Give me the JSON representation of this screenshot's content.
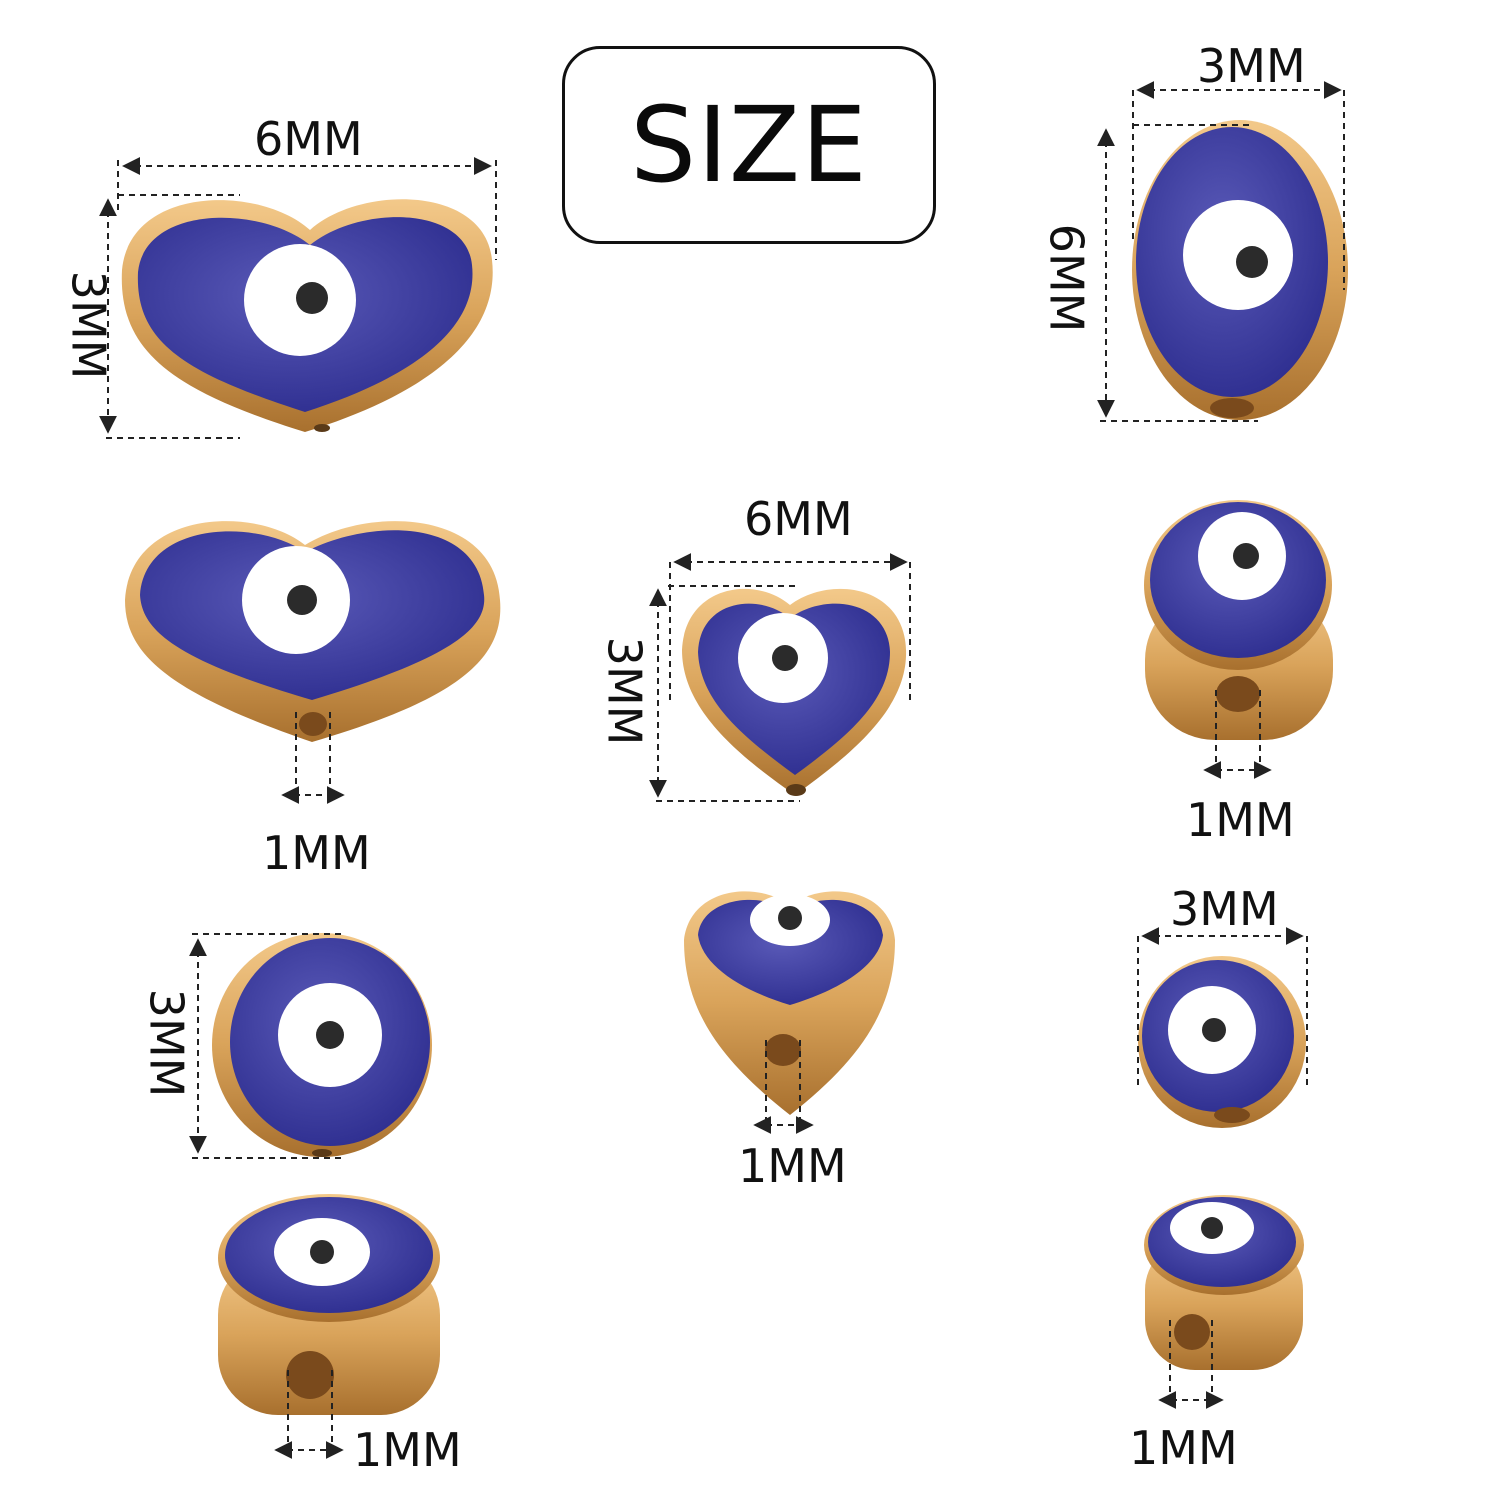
{
  "title": "SIZE",
  "labels": {
    "heart_large_width": "6MM",
    "heart_large_height": "3MM",
    "heart_large_hole": "1MM",
    "oval_width": "3MM",
    "oval_height": "6MM",
    "oval_hole": "1MM",
    "heart_small_width": "6MM",
    "heart_small_height": "3MM",
    "heart_small_hole": "1MM",
    "round_large_height": "3MM",
    "round_large_hole": "1MM",
    "round_small_width": "3MM",
    "round_small_hole": "1MM"
  },
  "colors": {
    "enamel": "#2a2a8c",
    "enamel_light": "#5a5ab8",
    "gold": "#d9a35a",
    "gold_dark": "#a8702e",
    "eye_white": "#ffffff",
    "pupil": "#2b2b2b",
    "line": "#222222"
  }
}
